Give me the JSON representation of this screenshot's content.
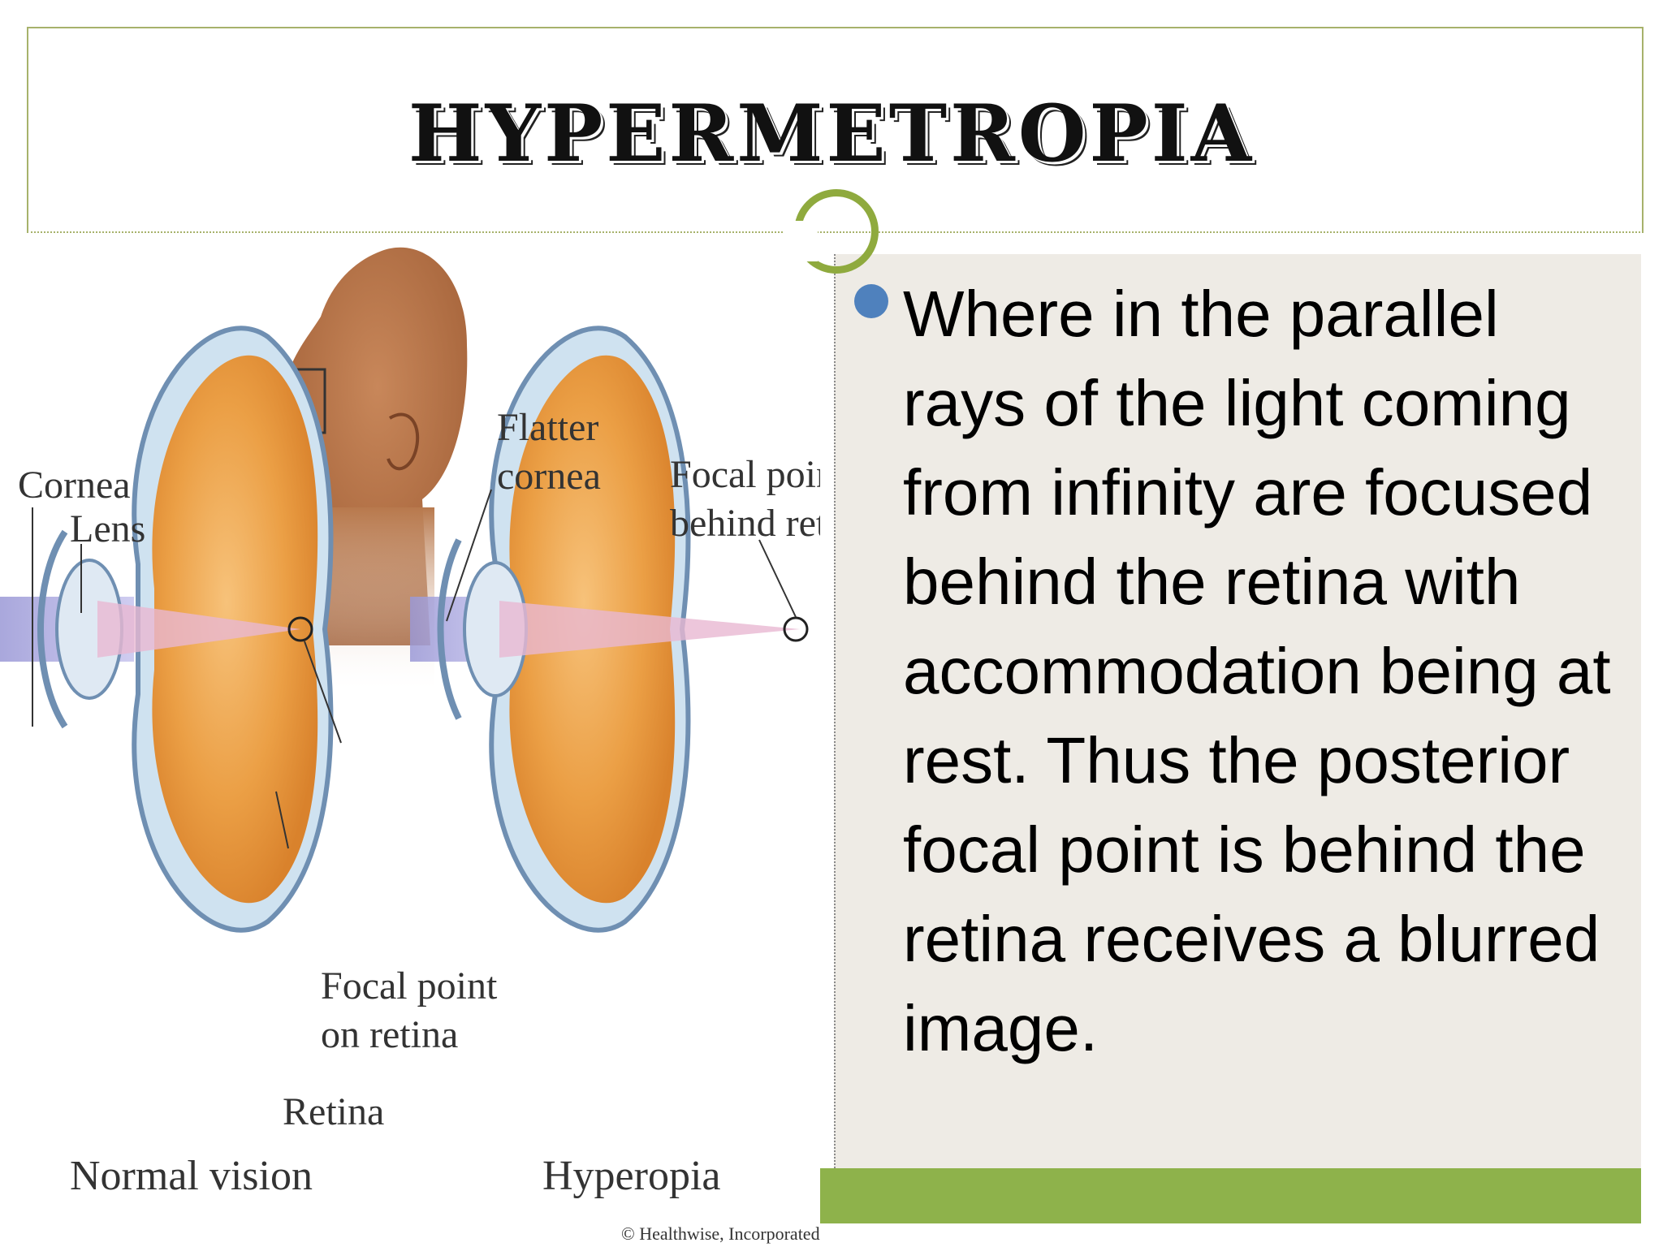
{
  "slide": {
    "title": "HYPERMETROPIA",
    "body": "Where in the parallel rays of the light coming from infinity are focused behind the retina with accommodation being at rest. Thus the posterior focal point is behind the retina receives a blurred image."
  },
  "illustration": {
    "labels": {
      "cornea": "Cornea",
      "lens": "Lens",
      "flatter_line1": "Flatter",
      "flatter_line2": "cornea",
      "focal_behind_line1": "Focal point",
      "focal_behind_line2": "behind retina",
      "focal_on_line1": "Focal point",
      "focal_on_line2": "on retina",
      "retina": "Retina",
      "normal_vision": "Normal vision",
      "hyperopia": "Hyperopia",
      "credit": "© Healthwise, Incorporated"
    }
  },
  "colors": {
    "accent_green": "#8eb24b",
    "bullet_blue": "#4f81bd",
    "panel_bg": "#eeebe5",
    "eye_orange": "#e89a3c",
    "skin": "#b8794d"
  }
}
